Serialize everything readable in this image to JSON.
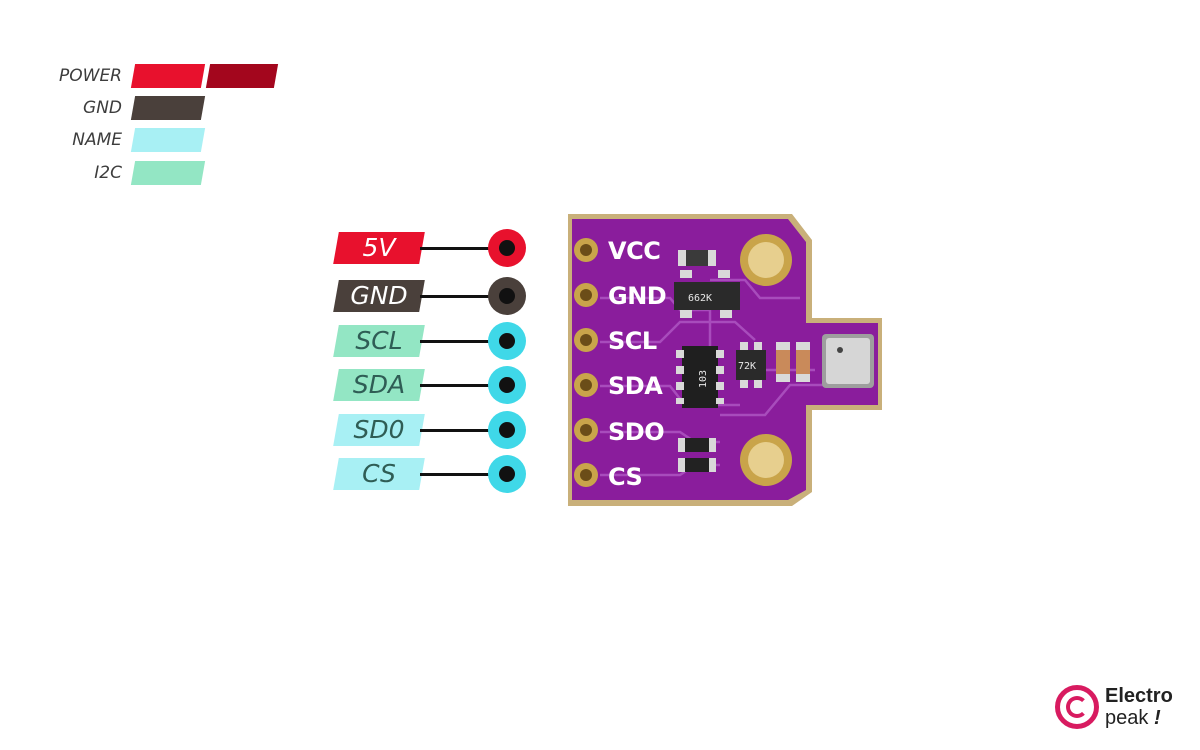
{
  "legend": [
    {
      "label": "POWER",
      "colors": [
        "#e8112d",
        "#a3061d"
      ]
    },
    {
      "label": "GND",
      "colors": [
        "#4a403b"
      ]
    },
    {
      "label": "NAME",
      "colors": [
        "#a8f0f4"
      ]
    },
    {
      "label": "I2C",
      "colors": [
        "#93e6c4"
      ]
    }
  ],
  "pins": [
    {
      "label": "5V",
      "tag_color": "#e8112d",
      "text_color": "#ffffff",
      "ring_color": "#e8112d"
    },
    {
      "label": "GND",
      "tag_color": "#4a403b",
      "text_color": "#ffffff",
      "ring_color": "#4a403b"
    },
    {
      "label": "SCL",
      "tag_color": "#93e6c4",
      "text_color": "#2f5d55",
      "ring_color": "#3fd8e8"
    },
    {
      "label": "SDA",
      "tag_color": "#93e6c4",
      "text_color": "#2f5d55",
      "ring_color": "#3fd8e8"
    },
    {
      "label": "SD0",
      "tag_color": "#a8f0f4",
      "text_color": "#2f5d55",
      "ring_color": "#3fd8e8"
    },
    {
      "label": "CS",
      "tag_color": "#a8f0f4",
      "text_color": "#2f5d55",
      "ring_color": "#3fd8e8"
    }
  ],
  "board": {
    "pin_labels": [
      "VCC",
      "GND",
      "SCL",
      "SDA",
      "SDO",
      "CS"
    ],
    "chip_markings": [
      "662K",
      "72K",
      "103"
    ],
    "pcb_color": "#8a1d9c",
    "pad_color": "#c9a44a"
  },
  "logo": {
    "line1": "Electro",
    "line2": "peak",
    "mark": "!",
    "color": "#d81b60"
  }
}
